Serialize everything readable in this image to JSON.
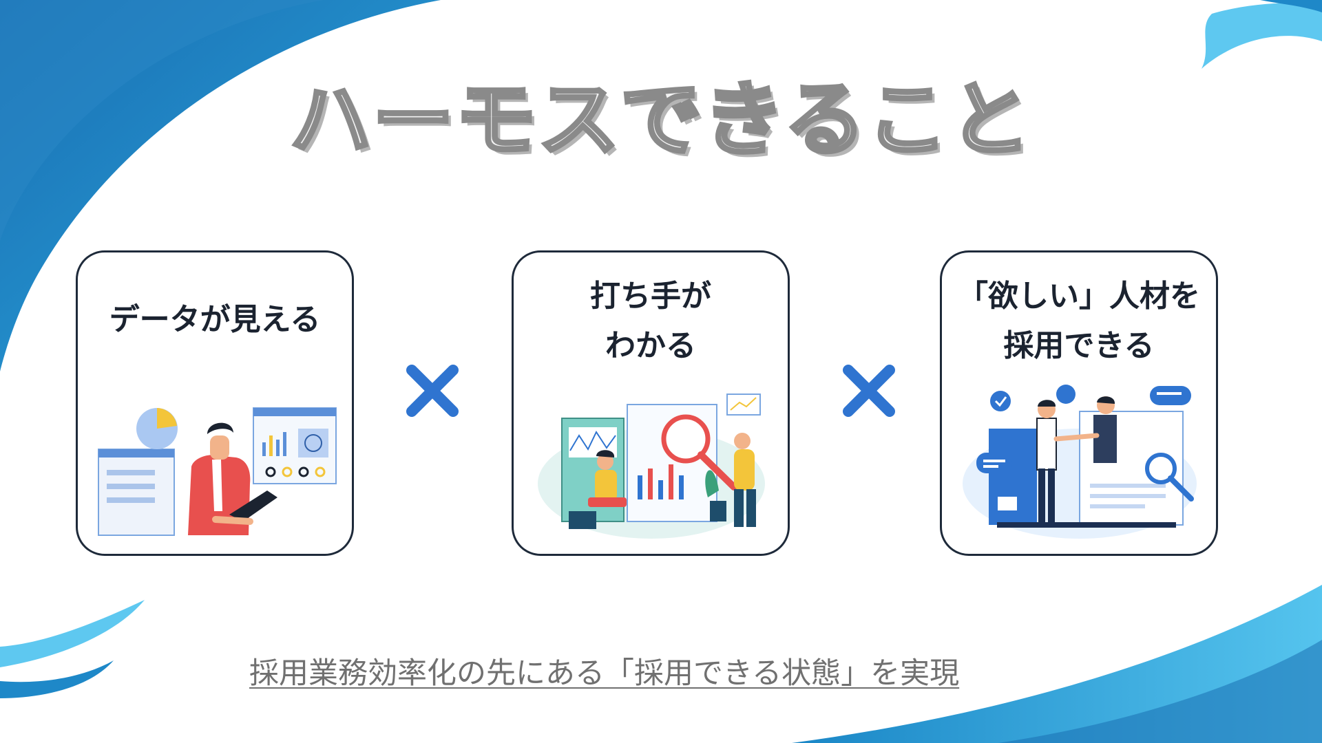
{
  "slide": {
    "title": "ハーモスできること",
    "cards": [
      {
        "lines": [
          "データが見える"
        ],
        "illustration": "data-analyst-laptop-illustration"
      },
      {
        "lines": [
          "打ち手が",
          "わかる"
        ],
        "illustration": "analytics-magnifier-illustration"
      },
      {
        "lines": [
          "「欲しい」人材を",
          "採用できる"
        ],
        "illustration": "handshake-hiring-illustration"
      }
    ],
    "operator_icon": "times-icon",
    "tagline": "採用業務効率化の先にある「採用できる状態」を実現",
    "colors": {
      "accent_blue": "#2f74d0",
      "wave_dark": "#1e88c8",
      "wave_light": "#5ec8f0",
      "title_stroke": "#8a8a8a",
      "card_border": "#1e2a3a"
    }
  }
}
